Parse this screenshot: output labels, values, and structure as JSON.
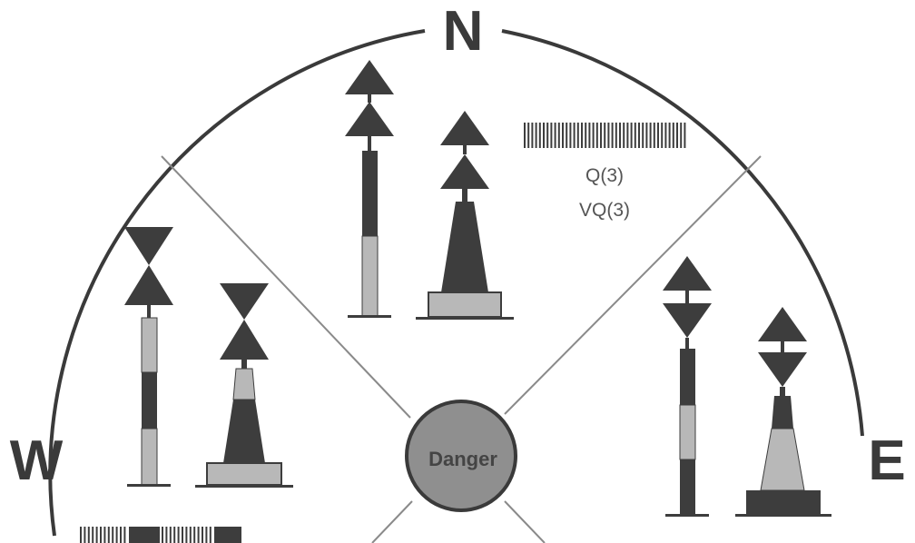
{
  "diagram": {
    "directions": {
      "north": "N",
      "east": "E",
      "west": "W"
    },
    "center_label": "Danger",
    "north_light": {
      "line1": "Q(3)",
      "line2": "VQ(3)"
    }
  },
  "colors": {
    "dark": "#3d3d3d",
    "light": "#b8b8b8",
    "circle": "#8f8f8f",
    "divider": "#8a8a8a"
  }
}
